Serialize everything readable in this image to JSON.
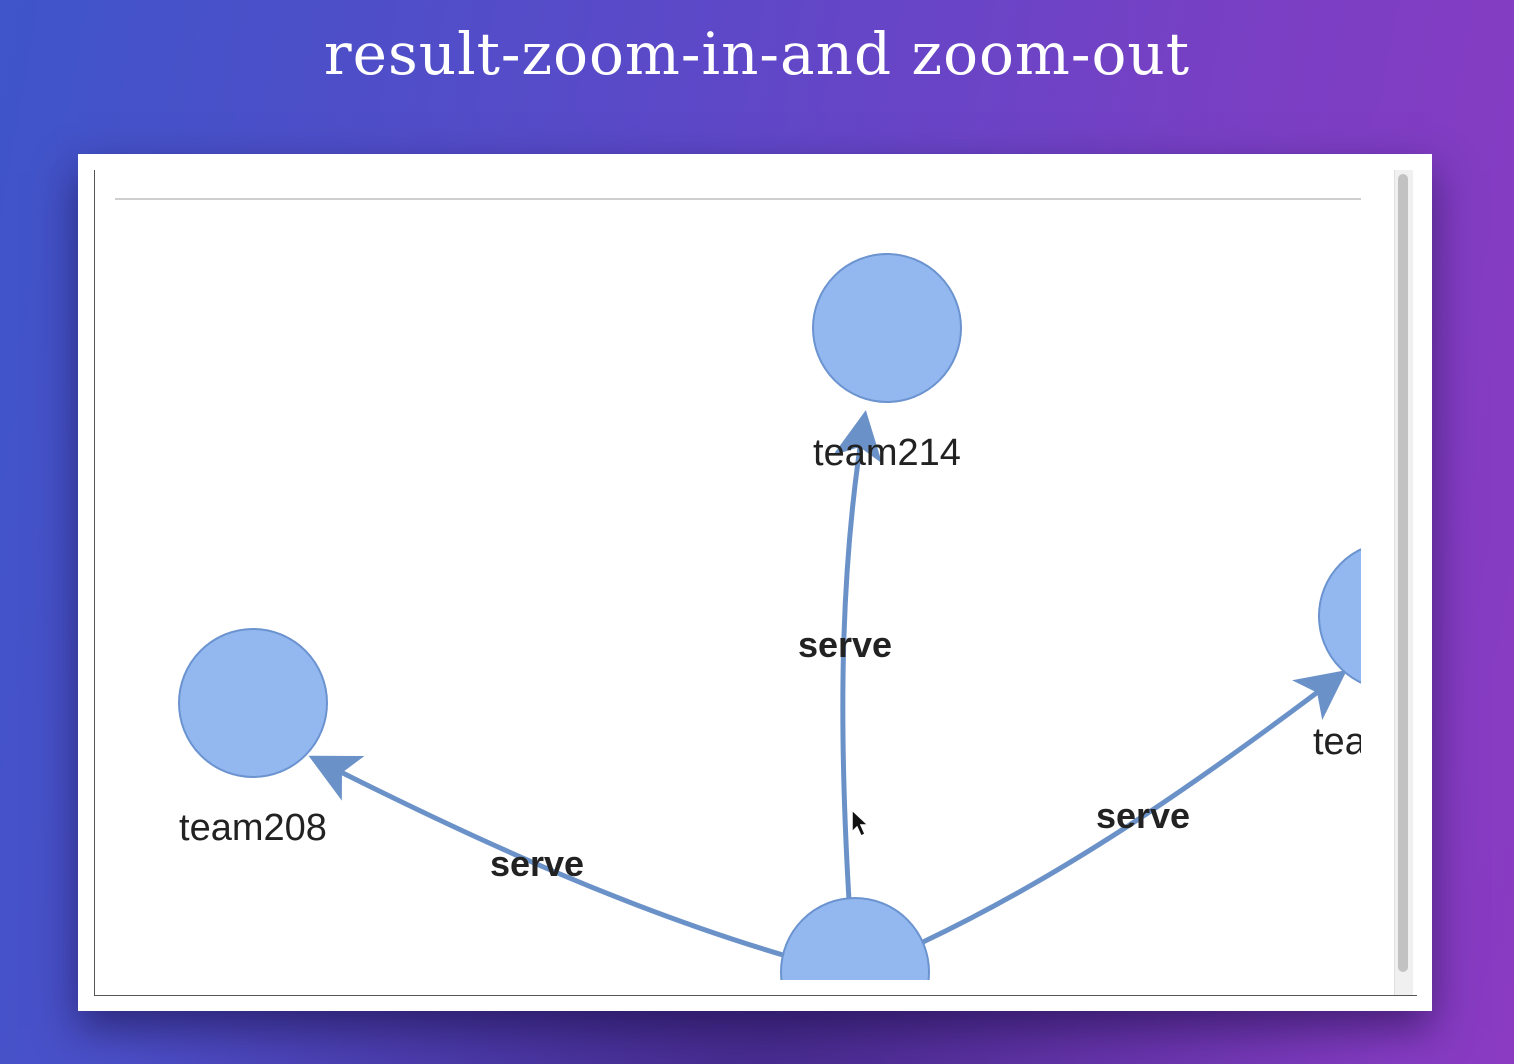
{
  "page": {
    "title": "result-zoom-in-and zoom-out"
  },
  "graph": {
    "nodes": [
      {
        "id": "team214",
        "label": "team214"
      },
      {
        "id": "team208",
        "label": "team208"
      },
      {
        "id": "team-right",
        "label": "tea"
      },
      {
        "id": "source",
        "label": ""
      }
    ],
    "edges": [
      {
        "id": "edge-to-team214",
        "label": "serve"
      },
      {
        "id": "edge-to-team208",
        "label": "serve"
      },
      {
        "id": "edge-to-right",
        "label": "serve"
      }
    ]
  },
  "colors": {
    "node_fill": "#93b8ef",
    "node_stroke": "#6b93d0",
    "edge": "#6b92c8",
    "text": "#222222"
  },
  "icons": {
    "cursor": "mouse-pointer-icon"
  }
}
